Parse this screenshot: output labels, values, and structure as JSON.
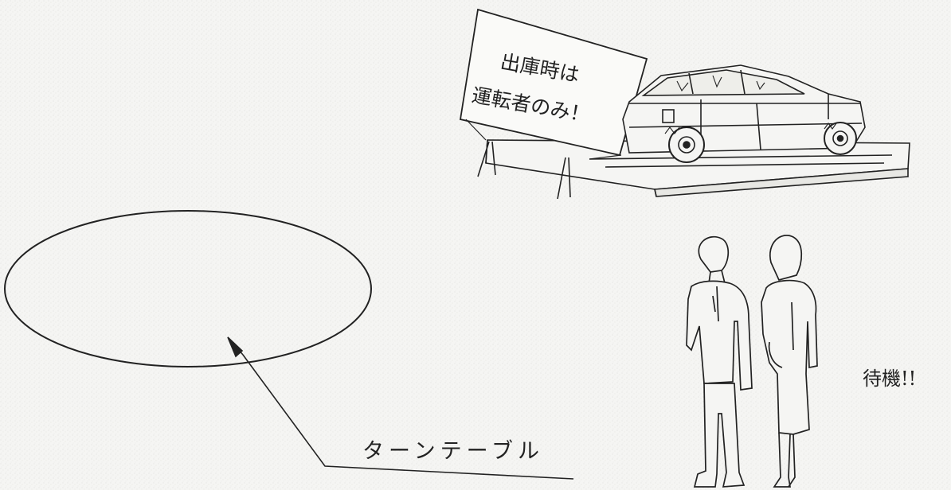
{
  "diagram": {
    "sign": {
      "line1": "出庫時は",
      "line2": "運転者のみ！"
    },
    "turntable_label": "ターンテーブル",
    "waiting_label": "待機!!"
  }
}
